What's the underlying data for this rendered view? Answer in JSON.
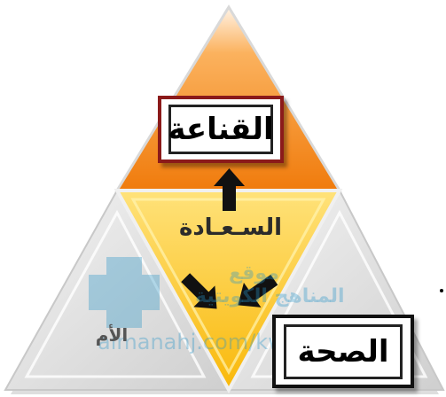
{
  "diagram": {
    "top_label": "القناعة",
    "center_label": "السـعـادة",
    "left_label": "الأم",
    "right_label": "الصحة"
  },
  "watermark": {
    "line1": "موقع",
    "line2": "المناهج الكويتية",
    "url": "almanahj.com/kw"
  },
  "colors": {
    "top_triangle": "#f7941d",
    "center_triangle": "#ffc21a",
    "side_triangles": "#e2e2e2",
    "top_box_border": "#8b1a1a",
    "arrow": "#111111"
  }
}
